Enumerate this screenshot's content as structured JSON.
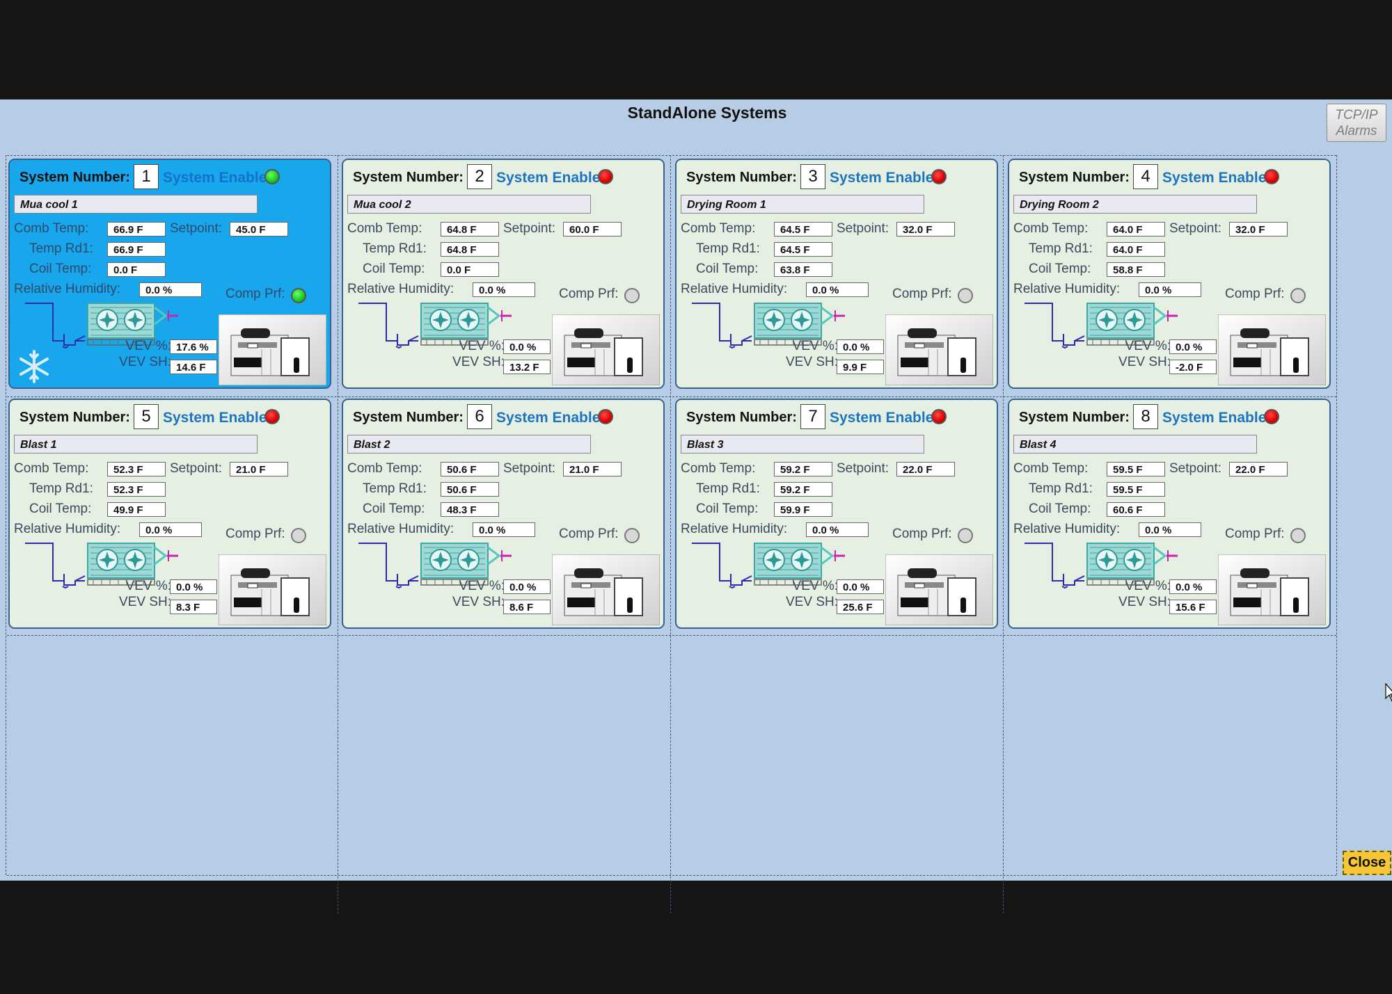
{
  "screen_title": "StandAlone Systems",
  "tcp_button": {
    "line1": "TCP/IP",
    "line2": "Alarms"
  },
  "close_label": "Close",
  "labels": {
    "system_number": "System Number:",
    "system_enable": "System Enable",
    "comb_temp": "Comb Temp:",
    "setpoint": "Setpoint:",
    "temp_rd1": "Temp Rd1:",
    "coil_temp": "Coil Temp:",
    "relative_humidity": "Relative Humidity:",
    "comp_prf": "Comp Prf:",
    "vev_pct": "VEV %:",
    "vev_sh": "VEV SH:"
  },
  "colors": {
    "enabled": "#1ec81e",
    "disabled": "#e00000",
    "active_panel": "#18a6ec",
    "panel": "#e6f0e2"
  },
  "systems": [
    {
      "number": "1",
      "name": "Mua cool 1",
      "enabled": true,
      "active": true,
      "comb_temp": "66.9 F",
      "setpoint": "45.0 F",
      "temp_rd1": "66.9 F",
      "coil_temp": "0.0 F",
      "humidity": "0.0 %",
      "comp_prf": true,
      "vev_pct": "17.6 %",
      "vev_sh": "14.6 F",
      "icon": "snowflake-icon"
    },
    {
      "number": "2",
      "name": "Mua cool 2",
      "enabled": false,
      "active": false,
      "comb_temp": "64.8 F",
      "setpoint": "60.0 F",
      "temp_rd1": "64.8 F",
      "coil_temp": "0.0 F",
      "humidity": "0.0 %",
      "comp_prf": false,
      "vev_pct": "0.0 %",
      "vev_sh": "13.2 F"
    },
    {
      "number": "3",
      "name": "Drying Room 1",
      "enabled": false,
      "active": false,
      "comb_temp": "64.5 F",
      "setpoint": "32.0 F",
      "temp_rd1": "64.5 F",
      "coil_temp": "63.8 F",
      "humidity": "0.0 %",
      "comp_prf": false,
      "vev_pct": "0.0 %",
      "vev_sh": "9.9 F"
    },
    {
      "number": "4",
      "name": "Drying Room 2",
      "enabled": false,
      "active": false,
      "comb_temp": "64.0 F",
      "setpoint": "32.0 F",
      "temp_rd1": "64.0 F",
      "coil_temp": "58.8 F",
      "humidity": "0.0 %",
      "comp_prf": false,
      "vev_pct": "0.0 %",
      "vev_sh": "-2.0 F"
    },
    {
      "number": "5",
      "name": "Blast 1",
      "enabled": false,
      "active": false,
      "comb_temp": "52.3 F",
      "setpoint": "21.0 F",
      "temp_rd1": "52.3 F",
      "coil_temp": "49.9 F",
      "humidity": "0.0 %",
      "comp_prf": false,
      "vev_pct": "0.0 %",
      "vev_sh": "8.3 F"
    },
    {
      "number": "6",
      "name": "Blast 2",
      "enabled": false,
      "active": false,
      "comb_temp": "50.6 F",
      "setpoint": "21.0 F",
      "temp_rd1": "50.6 F",
      "coil_temp": "48.3 F",
      "humidity": "0.0 %",
      "comp_prf": false,
      "vev_pct": "0.0 %",
      "vev_sh": "8.6 F"
    },
    {
      "number": "7",
      "name": "Blast 3",
      "enabled": false,
      "active": false,
      "comb_temp": "59.2 F",
      "setpoint": "22.0 F",
      "temp_rd1": "59.2 F",
      "coil_temp": "59.9 F",
      "humidity": "0.0 %",
      "comp_prf": false,
      "vev_pct": "0.0 %",
      "vev_sh": "25.6 F"
    },
    {
      "number": "8",
      "name": "Blast 4",
      "enabled": false,
      "active": false,
      "comb_temp": "59.5 F",
      "setpoint": "22.0 F",
      "temp_rd1": "59.5 F",
      "coil_temp": "60.6 F",
      "humidity": "0.0 %",
      "comp_prf": false,
      "vev_pct": "0.0 %",
      "vev_sh": "15.6 F"
    }
  ]
}
